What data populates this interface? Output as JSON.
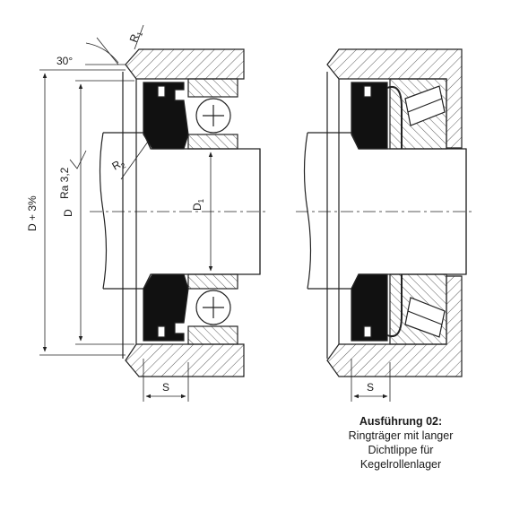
{
  "labels": {
    "angle": "30°",
    "r1": "R",
    "r1_sub": "1",
    "r2": "R",
    "r2_sub": "2",
    "d_tol": "D + 3%",
    "roughness": "Ra 3,2",
    "d": "D",
    "d1": "D",
    "d1_sub": "1",
    "s_left": "S",
    "s_right": "S"
  },
  "caption": {
    "title": "Ausführung 02:",
    "line1": "Ringträger mit langer",
    "line2": "Dichtlippe für",
    "line3": "Kegelrollenlager"
  }
}
